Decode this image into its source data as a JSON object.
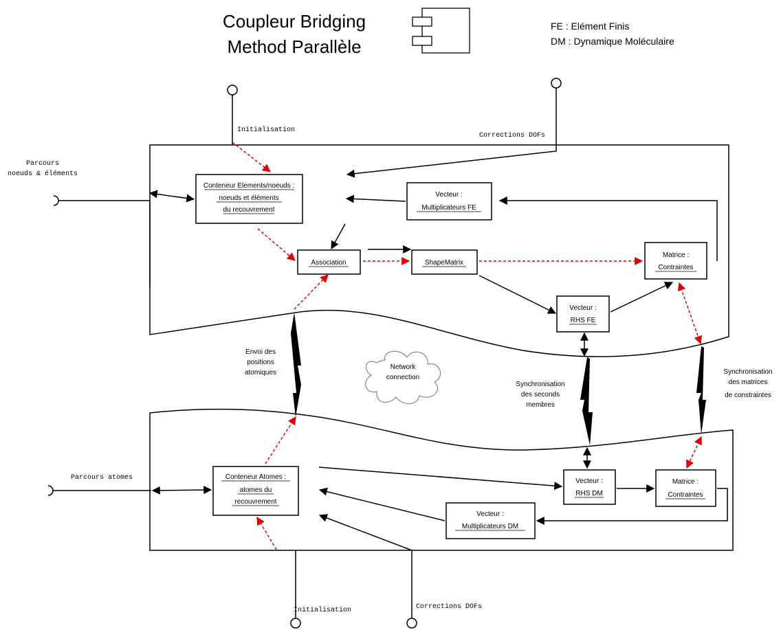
{
  "header": {
    "title_line1": "Coupleur Bridging",
    "title_line2": "Method Parallèle",
    "legend_fe": "FE : Elément Finis",
    "legend_dm": "DM : Dynamique Moléculaire"
  },
  "colors": {
    "line": "#000000",
    "sync": "#e00000",
    "background": "#ffffff"
  },
  "top_component": {
    "port_init": "Initialisation",
    "port_corr": "Corrections DOFs",
    "port_parcours_line1": "Parcours",
    "port_parcours_line2": "noeuds & éléments",
    "box_conteneur": [
      "Conteneur Elements/noeuds :",
      "noeuds et éléments",
      "du recouvrement"
    ],
    "box_vecteur_mult": [
      "Vecteur :",
      "Multiplicateurs FE"
    ],
    "box_association": "Association",
    "box_shapematrix": "ShapeMatrix",
    "box_matrice": [
      "Matrice :",
      "Contraintes"
    ],
    "box_rhs": [
      "Vecteur :",
      "RHS FE"
    ]
  },
  "middle": {
    "envoi": [
      "Envoi des",
      "positions",
      "atomiques"
    ],
    "network": [
      "Network",
      "connection"
    ],
    "sync_seconds": [
      "Synchronisation",
      "des seconds",
      "membres"
    ],
    "sync_matrices": [
      "Synchronisation",
      "des matrices",
      "de constraintes"
    ]
  },
  "bottom_component": {
    "port_parcours": "Parcours atomes",
    "port_init": "Initialisation",
    "port_corr": "Corrections DOFs",
    "box_conteneur": [
      "Conteneur Atomes :",
      "atomes du",
      "recouvrement"
    ],
    "box_rhs": [
      "Vecteur :",
      "RHS DM"
    ],
    "box_matrice": [
      "Matrice :",
      "Contraintes"
    ],
    "box_vecteur_mult": [
      "Vecteur :",
      "Multiplicateurs DM"
    ]
  }
}
